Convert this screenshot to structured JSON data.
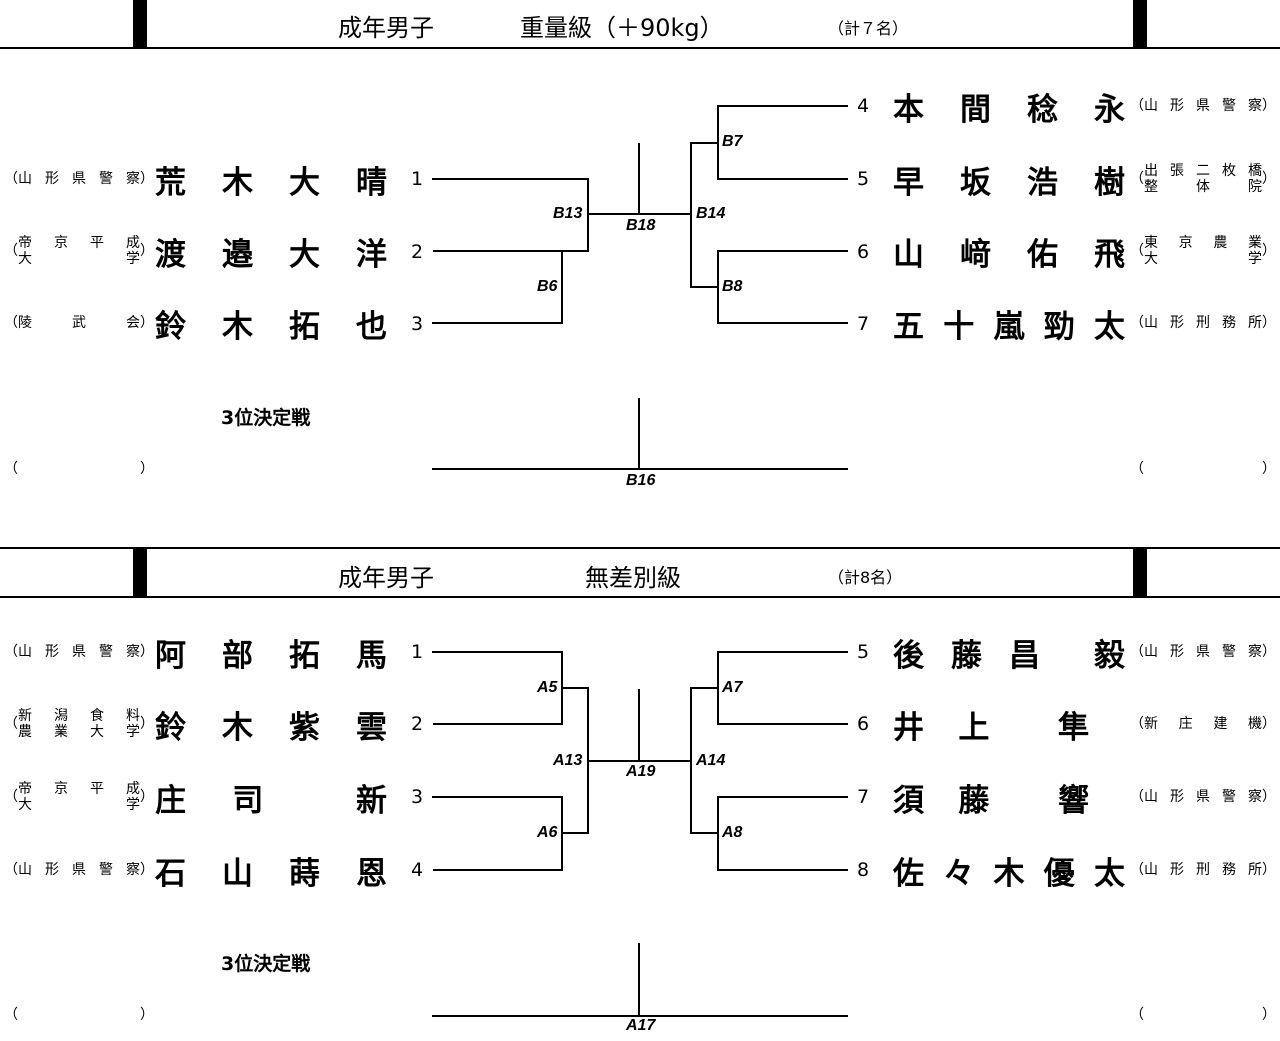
{
  "heavy": {
    "category": "成年男子",
    "weight_class": "重量級（＋90kg）",
    "count": "（計７名）",
    "left": [
      {
        "num": "1",
        "chars": [
          "荒",
          "木",
          "大",
          "晴"
        ],
        "aff": [
          "山",
          "形",
          "県",
          "警",
          "察"
        ]
      },
      {
        "num": "2",
        "chars": [
          "渡",
          "邉",
          "大",
          "洋"
        ],
        "aff2": [
          [
            "帝",
            "京",
            "平",
            "成"
          ],
          [
            "大",
            "学"
          ]
        ]
      },
      {
        "num": "3",
        "chars": [
          "鈴",
          "木",
          "拓",
          "也"
        ],
        "aff": [
          "陵",
          "武",
          "会"
        ]
      }
    ],
    "right": [
      {
        "num": "4",
        "chars": [
          "本",
          "間",
          "稔",
          "永"
        ],
        "aff": [
          "山",
          "形",
          "県",
          "警",
          "察"
        ]
      },
      {
        "num": "5",
        "chars": [
          "早",
          "坂",
          "浩",
          "樹"
        ],
        "aff2": [
          [
            "出",
            "張",
            "二",
            "枚",
            "橋"
          ],
          [
            "整",
            "体",
            "院"
          ]
        ]
      },
      {
        "num": "6",
        "chars": [
          "山",
          "﨑",
          "佑",
          "飛"
        ],
        "aff2": [
          [
            "東",
            "京",
            "農",
            "業"
          ],
          [
            "大",
            "学"
          ]
        ]
      },
      {
        "num": "7",
        "chars": [
          "五",
          "十",
          "嵐",
          "勁",
          "太"
        ],
        "aff": [
          "山",
          "形",
          "刑",
          "務",
          "所"
        ]
      }
    ],
    "matches": {
      "b6": "B6",
      "b13": "B13",
      "b18": "B18",
      "b14": "B14",
      "b7": "B7",
      "b8": "B8",
      "b16": "B16"
    },
    "third_place": "3位決定戦"
  },
  "open": {
    "category": "成年男子",
    "weight_class": "無差別級",
    "count": "（計8名）",
    "left": [
      {
        "num": "1",
        "chars": [
          "阿",
          "部",
          "拓",
          "馬"
        ],
        "aff": [
          "山",
          "形",
          "県",
          "警",
          "察"
        ]
      },
      {
        "num": "2",
        "chars": [
          "鈴",
          "木",
          "紫",
          "雲"
        ],
        "aff2": [
          [
            "新",
            "潟",
            "食",
            "料"
          ],
          [
            "農",
            "業",
            "大",
            "学"
          ]
        ]
      },
      {
        "num": "3",
        "chars": [
          "庄",
          "司",
          "",
          "新"
        ],
        "aff2": [
          [
            "帝",
            "京",
            "平",
            "成"
          ],
          [
            "大",
            "学"
          ]
        ]
      },
      {
        "num": "4",
        "chars": [
          "石",
          "山",
          "蒔",
          "恩"
        ],
        "aff": [
          "山",
          "形",
          "県",
          "警",
          "察"
        ]
      }
    ],
    "right": [
      {
        "num": "5",
        "chars": [
          "後",
          "藤",
          "昌",
          "",
          "毅"
        ],
        "aff": [
          "山",
          "形",
          "県",
          "警",
          "察"
        ]
      },
      {
        "num": "6",
        "chars": [
          "井",
          "上",
          "",
          "隼"
        ],
        "aff": [
          "新",
          "庄",
          "建",
          "機"
        ]
      },
      {
        "num": "7",
        "chars": [
          "須",
          "藤",
          "",
          "響"
        ],
        "aff": [
          "山",
          "形",
          "県",
          "警",
          "察"
        ]
      },
      {
        "num": "8",
        "chars": [
          "佐",
          "々",
          "木",
          "優",
          "太"
        ],
        "aff": [
          "山",
          "形",
          "刑",
          "務",
          "所"
        ]
      }
    ],
    "matches": {
      "a5": "A5",
      "a6": "A6",
      "a13": "A13",
      "a19": "A19",
      "a14": "A14",
      "a7": "A7",
      "a8": "A8",
      "a17": "A17"
    },
    "third_place": "3位決定戦"
  },
  "paren_open": "（",
  "paren_close": "）"
}
